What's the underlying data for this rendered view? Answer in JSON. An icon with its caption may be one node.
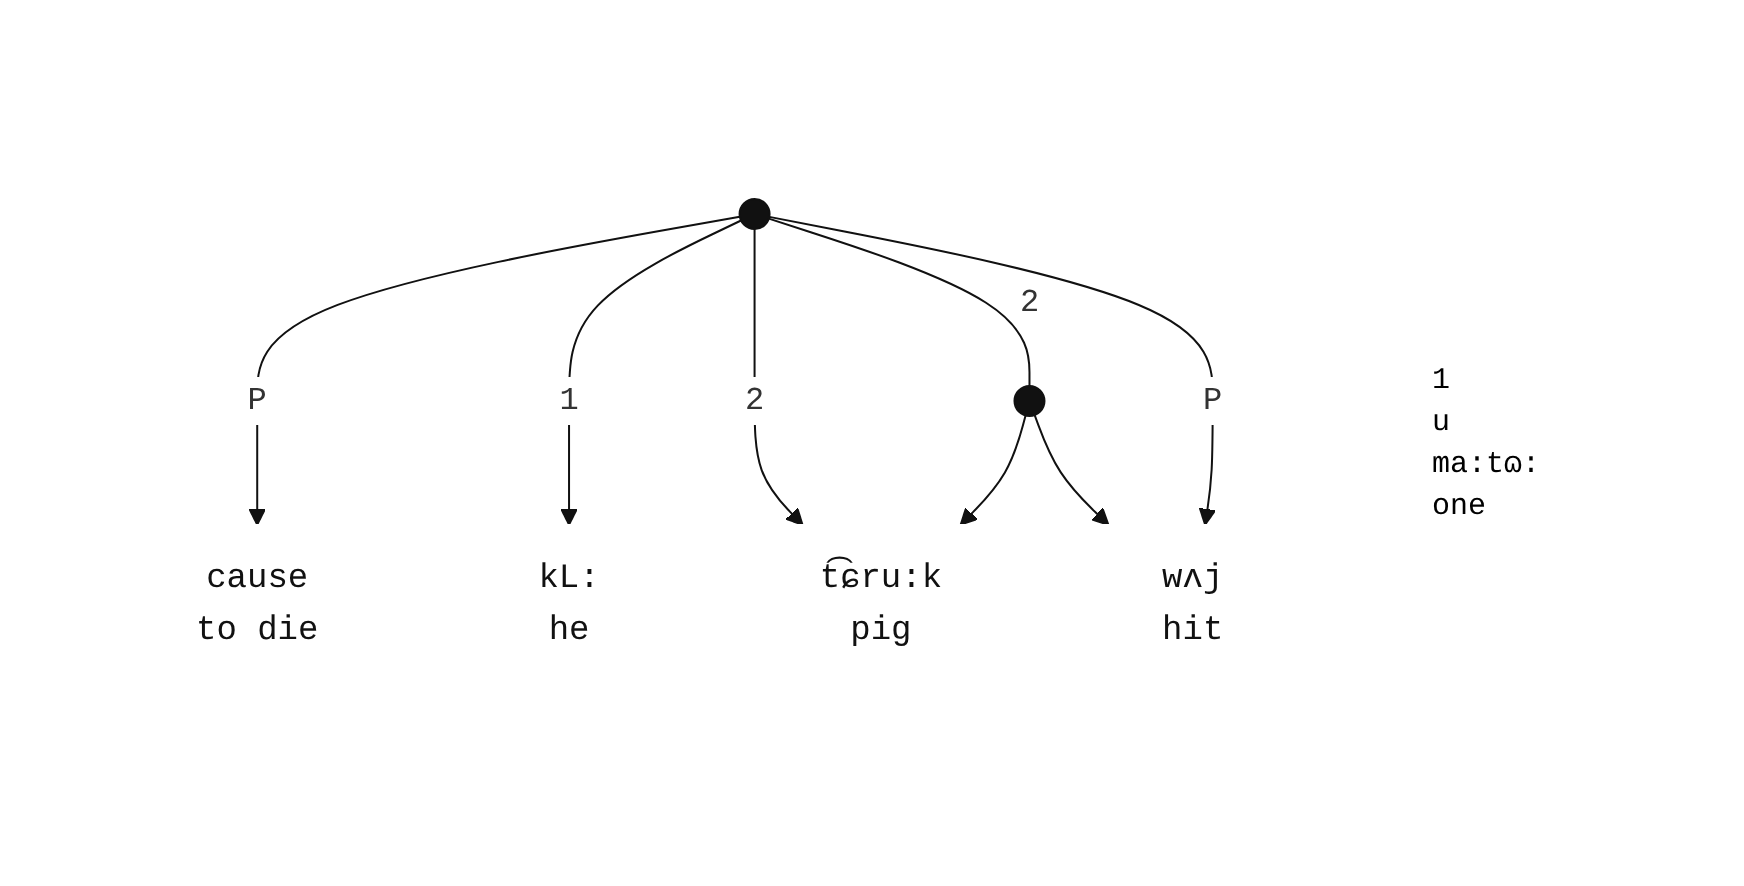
{
  "diagram": {
    "nodes": [
      {
        "text": [],
        "shape": "circle"
      },
      {
        "text": [],
        "shape": "circle"
      },
      {
        "text": [
          "cause",
          "to die"
        ]
      },
      {
        "text": [
          "kL:",
          "he"
        ]
      },
      {
        "text": [
          "t͡ɕru:k",
          "pig"
        ]
      },
      {
        "text": [
          "wʌj",
          "hit"
        ]
      }
    ],
    "edges": [
      {
        "from": 0,
        "to": 2,
        "arrow": "to",
        "label": "P"
      },
      {
        "from": 0,
        "to": 3,
        "arrow": "to",
        "label": "1"
      },
      {
        "from": 0,
        "to": 4,
        "arrow": "to",
        "label": "2"
      },
      {
        "from": 0,
        "to": 1,
        "arrow": "none",
        "label": "2"
      },
      {
        "from": 1,
        "to": 4,
        "arrow": "to"
      },
      {
        "from": 1,
        "to": 5,
        "arrow": "to"
      },
      {
        "from": 0,
        "to": 5,
        "arrow": "to",
        "label": "P"
      }
    ],
    "labels": [
      "1",
      "u",
      "ma:tɷ:",
      "one"
    ]
  }
}
